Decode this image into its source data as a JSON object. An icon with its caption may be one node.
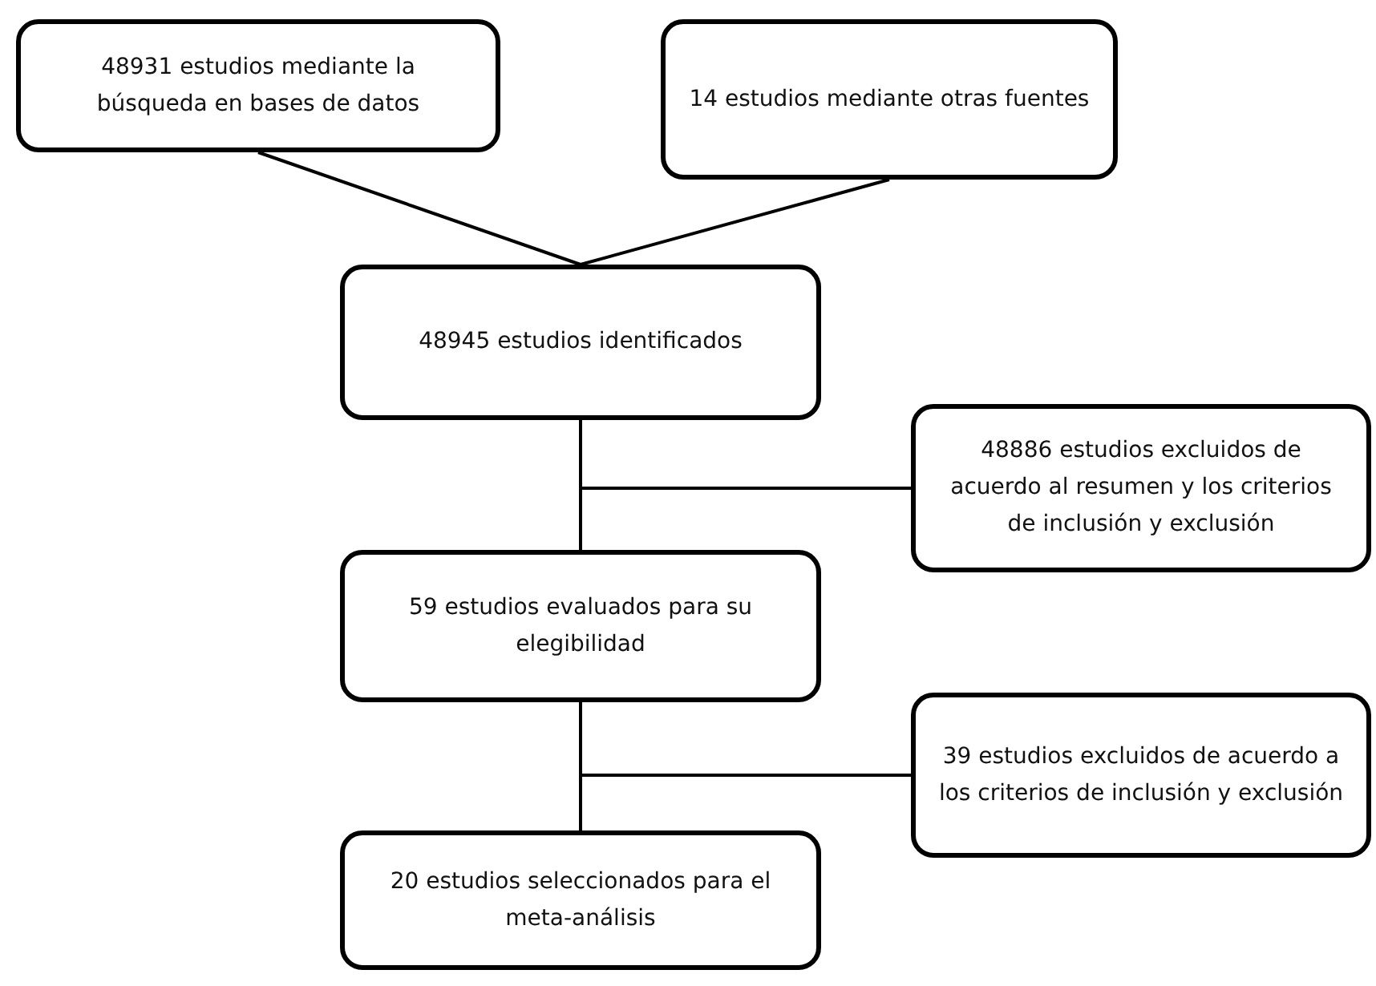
{
  "diagram": {
    "nodes": [
      {
        "text": [
          "48931 estudios mediante la búsqueda en bases de datos"
        ]
      },
      {
        "text": [
          "14 estudios mediante otras fuentes"
        ]
      },
      {
        "text": [
          "48945 estudios identificados"
        ]
      },
      {
        "text": [
          "48886 estudios excluidos de acuerdo al resumen y los criterios de inclusión y exclusión"
        ]
      },
      {
        "text": [
          "59 estudios evaluados para su elegibilidad"
        ]
      },
      {
        "text": [
          "39 estudios excluidos de acuerdo a los criterios de inclusión y exclusión"
        ]
      },
      {
        "text": [
          "20 estudios seleccionados para el meta-análisis"
        ]
      }
    ],
    "edges": [
      {
        "from": 0,
        "to": 2,
        "arrow": "none"
      },
      {
        "from": 1,
        "to": 2,
        "arrow": "none"
      },
      {
        "from": 2,
        "to": 4,
        "arrow": "none"
      },
      {
        "from": 2,
        "to": 3,
        "arrow": "none"
      },
      {
        "from": 4,
        "to": 6,
        "arrow": "none"
      },
      {
        "from": 4,
        "to": 5,
        "arrow": "none"
      }
    ]
  }
}
